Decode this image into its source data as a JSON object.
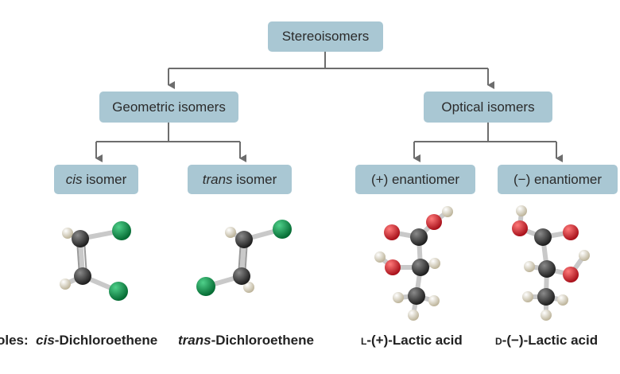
{
  "diagram": {
    "root": "Stereoisomers",
    "geometric": {
      "label": "Geometric isomers",
      "cis_italic": "cis",
      "cis_rest": " isomer",
      "trans_italic": "trans",
      "trans_rest": " isomer"
    },
    "optical": {
      "label": "Optical isomers",
      "plus": "(+) enantiomer",
      "minus": "(−) enantiomer"
    }
  },
  "examples": {
    "prefix": "oles:",
    "cis_italic": "cis",
    "cis_rest": "-Dichloroethene",
    "trans_italic": "trans",
    "trans_rest": "-Dichloroethene",
    "l_prefix": "L",
    "l_rest": "-(+)-Lactic acid",
    "d_prefix": "D",
    "d_rest": "-(−)-Lactic acid"
  },
  "colors": {
    "box_fill": "#a9c7d3",
    "arrow": "#6d6d6d",
    "carbon": "#2e2e2e",
    "hydrogen": "#e8e2c8",
    "chlorine": "#0e8f4a",
    "oxygen": "#d8202a"
  }
}
